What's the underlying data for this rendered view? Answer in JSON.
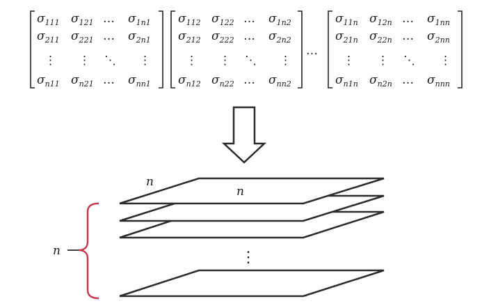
{
  "matrices": [
    {
      "rows": [
        [
          "σ",
          "111",
          "σ",
          "121",
          "…",
          "σ",
          "1n1"
        ],
        [
          "σ",
          "211",
          "σ",
          "221",
          "…",
          "σ",
          "2n1"
        ],
        [
          "⋮",
          "",
          "⋮",
          "",
          "⋱",
          "⋮",
          ""
        ],
        [
          "σ",
          "n11",
          "σ",
          "n21",
          "…",
          "σ",
          "nn1"
        ]
      ]
    },
    {
      "rows": [
        [
          "σ",
          "112",
          "σ",
          "122",
          "…",
          "σ",
          "1n2"
        ],
        [
          "σ",
          "212",
          "σ",
          "222",
          "…",
          "σ",
          "2n2"
        ],
        [
          "⋮",
          "",
          "⋮",
          "",
          "⋱",
          "⋮",
          ""
        ],
        [
          "σ",
          "n12",
          "σ",
          "n22",
          "…",
          "σ",
          "nn2"
        ]
      ]
    },
    {
      "rows": [
        [
          "σ",
          "11n",
          "σ",
          "12n",
          "…",
          "σ",
          "1nn"
        ],
        [
          "σ",
          "21n",
          "σ",
          "22n",
          "…",
          "σ",
          "2nn"
        ],
        [
          "⋮",
          "",
          "⋮",
          "",
          "⋱",
          "⋮",
          ""
        ],
        [
          "σ",
          "n1n",
          "σ",
          "n2n",
          "…",
          "σ",
          "nnn"
        ]
      ]
    }
  ],
  "between_matrices": "…",
  "stack": {
    "top_back_label": "n",
    "top_label": "n",
    "vertical_dots": "⋮",
    "brace_label": "n",
    "brace_color": "#c8374e"
  },
  "colors": {
    "stroke": "#2b2b2b",
    "text": "#1a1a1a"
  }
}
